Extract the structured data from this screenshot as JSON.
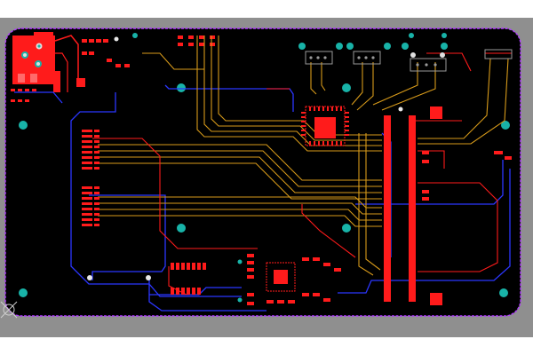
{
  "app": {
    "view": "pcb-layout-editor"
  },
  "board": {
    "outline_color": "#b03cff",
    "background_color": "#000000",
    "canvas_background_color": "#8f8f8f"
  },
  "layers": [
    {
      "name": "top-copper",
      "color": "#ff1b1b"
    },
    {
      "name": "bottom-copper",
      "color": "#2b36ff"
    },
    {
      "name": "inner-signal",
      "color": "#d79a1a"
    },
    {
      "name": "mounting-holes",
      "color": "#18b3a8"
    }
  ],
  "icons": {
    "origin_marker": "crosshair-origin-icon"
  }
}
